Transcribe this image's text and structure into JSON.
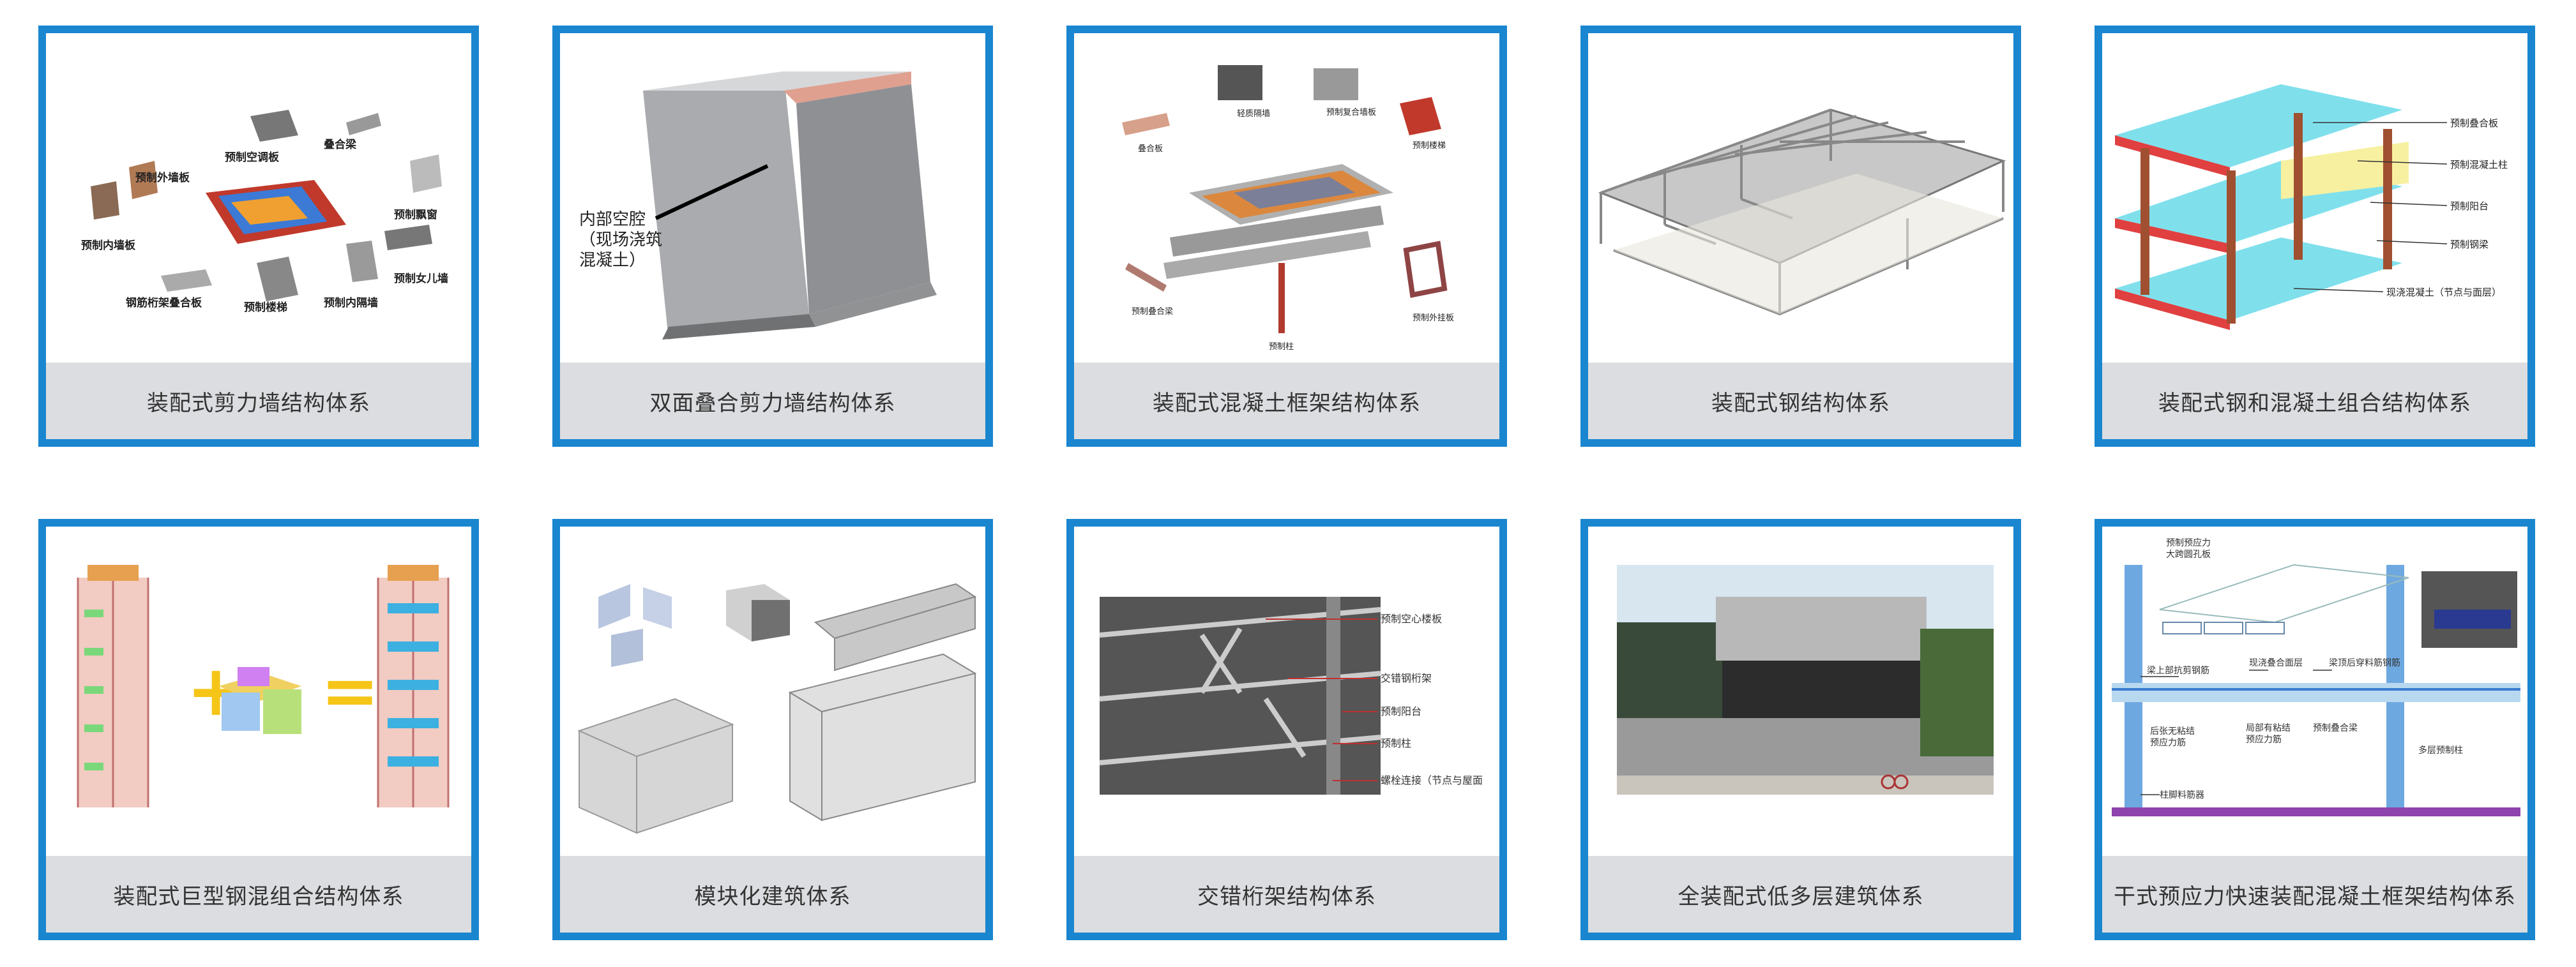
{
  "cards": [
    {
      "caption": "装配式剪力墙结构体系",
      "labels": [
        "预制外墙板",
        "预制空调板",
        "叠合梁",
        "预制飘窗",
        "预制内墙板",
        "预制女儿墙",
        "钢筋桁架叠合板",
        "预制楼梯",
        "预制内隔墙"
      ]
    },
    {
      "caption": "双面叠合剪力墙结构体系",
      "labels": [
        "内部空腔",
        "（现场浇筑",
        "混凝土）"
      ]
    },
    {
      "caption": "装配式混凝土框架结构体系",
      "labels": [
        "轻质隔墙",
        "预制复合墙板",
        "叠合板",
        "预制楼梯",
        "预制叠合梁",
        "预制柱",
        "预制外挂板"
      ]
    },
    {
      "caption": "装配式钢结构体系",
      "labels": []
    },
    {
      "caption": "装配式钢和混凝土组合结构体系",
      "labels": [
        "预制叠合板",
        "预制混凝土柱",
        "预制阳台",
        "预制钢梁",
        "现浇混凝土（节点与面层）"
      ]
    },
    {
      "caption": "装配式巨型钢混组合结构体系",
      "labels": [
        "+",
        "="
      ]
    },
    {
      "caption": "模块化建筑体系",
      "labels": []
    },
    {
      "caption": "交错桁架结构体系",
      "labels": [
        "预制空心楼板",
        "交错钢桁架",
        "预制阳台",
        "预制柱",
        "螺栓连接（节点与屋面"
      ]
    },
    {
      "caption": "全装配式低多层建筑体系",
      "labels": []
    },
    {
      "caption": "干式预应力快速装配混凝土框架结构体系",
      "labels": [
        "预制预应力",
        "大跨圆孔板",
        "梁上部抗剪钢筋",
        "现浇叠合面层",
        "梁顶后穿料筋钢筋",
        "后张无粘结",
        "预应力筋",
        "局部有粘结",
        "预应力筋",
        "预制叠合梁",
        "多层预制柱",
        "柱脚料筋器"
      ]
    }
  ]
}
